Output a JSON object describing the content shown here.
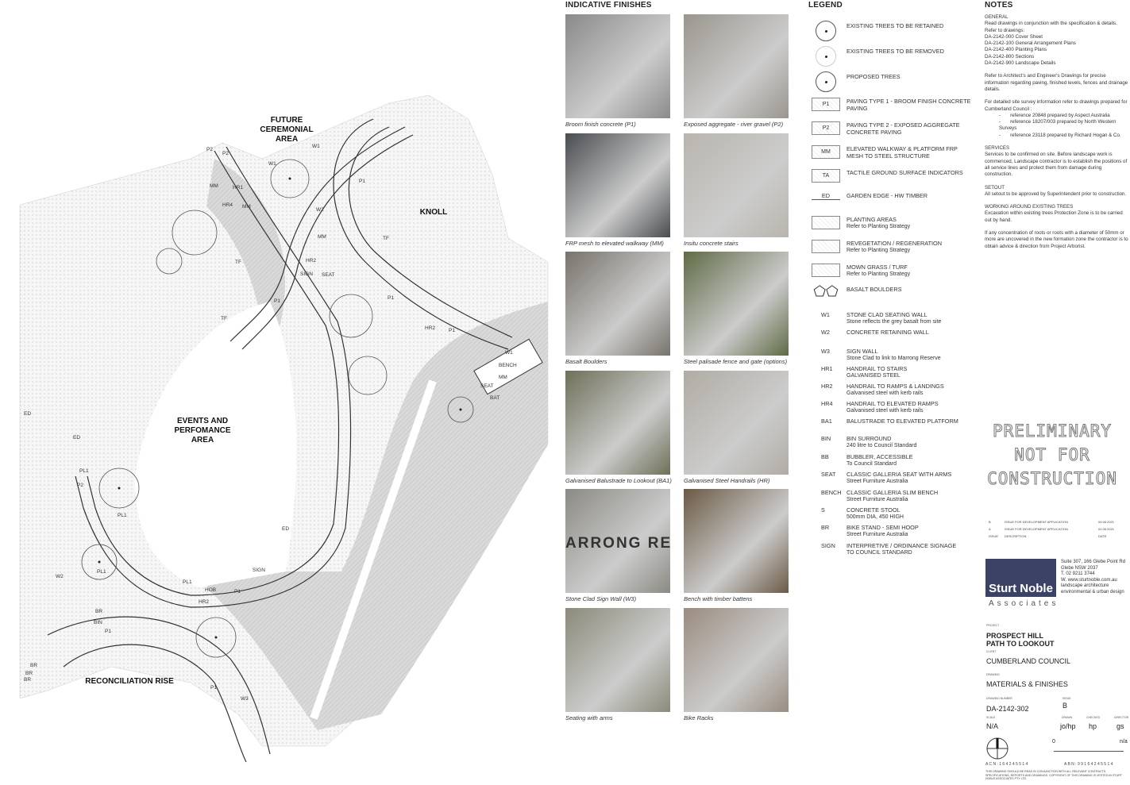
{
  "plan": {
    "labels": {
      "ceremonial": [
        "FUTURE",
        "CEREMONIAL",
        "AREA"
      ],
      "knoll": "KNOLL",
      "events": [
        "EVENTS AND",
        "PERFOMANCE",
        "AREA"
      ],
      "reconciliation": "RECONCILIATION RISE"
    },
    "codes": [
      "P2",
      "W1",
      "P2",
      "MM",
      "HR1",
      "HR4",
      "MM",
      "W2",
      "TF",
      "P1",
      "HR2",
      "SIGN",
      "SEAT",
      "W1",
      "P1",
      "P1",
      "MM",
      "TF",
      "HR2",
      "P1",
      "SEAT",
      "MM",
      "BENCH",
      "BAT",
      "W1",
      "ED",
      "ED",
      "P2",
      "PL1",
      "PL1",
      "PL1",
      "HOB",
      "HR2",
      "P1",
      "SIGN",
      "BIN",
      "BR",
      "P1",
      "PL1",
      "BR",
      "BR",
      "BR",
      "P1",
      "W3",
      "W2",
      "TF",
      "ED"
    ]
  },
  "finishes": {
    "title": "INDICATIVE FINISHES",
    "items": [
      {
        "caption": "Broom finish concrete (P1)",
        "color": "#8a8a8a"
      },
      {
        "caption": "Exposed aggregate - river gravel (P2)",
        "color": "#9a968e"
      },
      {
        "caption": "FRP mesh to elevated walkway (MM)",
        "color": "#4a4d50"
      },
      {
        "caption": "Insitu concrete stairs",
        "color": "#b8b5ad"
      },
      {
        "caption": "Basalt Boulders",
        "color": "#77736c"
      },
      {
        "caption": "Steel palisade fence and gate (options)",
        "color": "#5f6b45"
      },
      {
        "caption": "Galvanised Balustrade to Lookout (BA1)",
        "color": "#6e7058"
      },
      {
        "caption": "Galvanised Steel Handrails (HR)",
        "color": "#b0aca4"
      },
      {
        "caption": "Stone Clad Sign Wall (W3)",
        "color": "#8b8a84",
        "sign_text": "ARRONG RES"
      },
      {
        "caption": "Bench with timber battens",
        "color": "#6b5a45"
      },
      {
        "caption": "Seating with arms",
        "color": "#8b8a7a"
      },
      {
        "caption": "Bike Racks",
        "color": "#9a8c80"
      }
    ]
  },
  "legend": {
    "title": "LEGEND",
    "items": [
      {
        "sym": "",
        "t": "EXISTING TREES TO BE RETAINED",
        "s": ""
      },
      {
        "sym": "",
        "t": "EXISTING TREES TO BE REMOVED",
        "s": ""
      },
      {
        "sym": "",
        "t": "PROPOSED TREES",
        "s": ""
      },
      {
        "sym": "P1",
        "t": "PAVING TYPE 1 - BROOM FINISH CONCRETE PAVING",
        "s": ""
      },
      {
        "sym": "P2",
        "t": "PAVING TYPE 2 - EXPOSED AGGREGATE CONCRETE PAVING",
        "s": ""
      },
      {
        "sym": "MM",
        "t": "ELEVATED WALKWAY & PLATFORM FRP MESH TO STEEL STRUCTURE",
        "s": ""
      },
      {
        "sym": "TA",
        "t": "TACTILE GROUND SURFACE INDICATORS",
        "s": ""
      },
      {
        "sym": "ED",
        "t": "GARDEN EDGE  - HW TIMBER",
        "s": ""
      },
      {
        "sym": "",
        "t": "PLANTING AREAS",
        "s": "Refer to Planting Strategy"
      },
      {
        "sym": "",
        "t": "REVEGETATION / REGENERATION",
        "s": "Refer to Planting Strategy"
      },
      {
        "sym": "",
        "t": "MOWN GRASS / TURF",
        "s": "Refer to Planting Strategy"
      },
      {
        "sym": "",
        "t": "BASALT BOULDERS",
        "s": ""
      },
      {
        "sym": "W1",
        "t": "STONE CLAD SEATING WALL",
        "s": "Stone reflects the grey basalt from site"
      },
      {
        "sym": "W2",
        "t": "CONCRETE RETAINING WALL",
        "s": ""
      },
      {
        "sym": "W3",
        "t": "SIGN WALL",
        "s": "Stone Clad to link to Marrong Reserve"
      },
      {
        "sym": "HR1",
        "t": "HANDRAIL TO STAIRS",
        "s": "GALVANISED STEEL"
      },
      {
        "sym": "HR2",
        "t": "HANDRAIL TO RAMPS & LANDINGS",
        "s": "Galvanised steel with kerb rails"
      },
      {
        "sym": "HR4",
        "t": "HANDRAIL TO ELEVATED RAMPS",
        "s": "Galvanised steel with kerb rails"
      },
      {
        "sym": "BA1",
        "t": "BALUSTRADE TO ELEVATED PLATFORM",
        "s": ""
      },
      {
        "sym": "BIN",
        "t": "BIN SURROUND",
        "s": "240 litre to Council Standard"
      },
      {
        "sym": "BB",
        "t": "BUBBLER, ACCESSIBLE",
        "s": "To Council Standard"
      },
      {
        "sym": "SEAT",
        "t": "CLASSIC GALLERIA SEAT WITH ARMS",
        "s": "Street Furniture Australia"
      },
      {
        "sym": "BENCH",
        "t": "CLASSIC GALLERIA SLIM BENCH",
        "s": "Street Furniture Australia"
      },
      {
        "sym": "S",
        "t": "CONCRETE STOOL",
        "s": "500mm DIA, 450 HIGH"
      },
      {
        "sym": "BR",
        "t": "BIKE STAND - SEMI HOOP",
        "s": "Street Furniture Australia"
      },
      {
        "sym": "SIGN",
        "t": "INTERPRETIVE / ORDINANCE SIGNAGE",
        "s": "TO COUNCIL STANDARD"
      }
    ]
  },
  "notes": {
    "title": "NOTES",
    "general_h": "GENERAL",
    "general": [
      "Read drawings in conjunction with the specification & details.",
      "Refer to drawings:",
      "DA-2142-000 Cover Sheet",
      "DA-2142-100 General Arrangement Plans",
      "DA-2142-400 Planting Plans",
      "DA-2142-800 Sections",
      "DA-2142-900 Landscape Details"
    ],
    "p2": "Refer to Architect's and Engineer's Drawings for precise information regarding paving, finished levels, fences and drainage details.",
    "p3": "For detailed site survey information refer to drawings prepared for Cumberland Council :",
    "refs": [
      "reference 20848 prepared by Aspect Australia",
      "reference 18207/003 prepared by North Western Surveys",
      "reference 23118 prepared by Richard Hogan & Co."
    ],
    "services_h": "SERVICES",
    "services": "Services to be confirmed on site. Before landscape work is commenced, Landscape contractor is to establish the positions of all service lines and protect them from damage during construction.",
    "setout_h": "SETOUT",
    "setout": "All setout to be approved by Superintendent prior to construction.",
    "trees_h": "WORKING AROUND EXISTING TREES",
    "trees": "Excavation within existing trees Protection Zone is to be carried out by hand.",
    "roots": "If any concentration of roots or roots with a diameter of 50mm or more are uncovered in the new formation zone the contractor is to obtain advice & direction from Project Arborist."
  },
  "stamp": [
    "PRELIMINARY",
    "NOT FOR",
    "CONSTRUCTION"
  ],
  "issues": {
    "rows": [
      [
        "B",
        "ISSUE FOR DEVELOPMENT APPLICATION",
        "09.06.2021"
      ],
      [
        "A",
        "ISSUE FOR DEVELOPMENT APPLICATION",
        "02.06.2021"
      ]
    ],
    "header": [
      "ISSUE",
      "DESCRIPTION",
      "DATE"
    ]
  },
  "firm": {
    "name": "Sturt Noble",
    "sub": "Associates",
    "address": [
      "Suite 307, 166 Glebe Point Rd",
      "Glebe NSW 2037",
      "T.  02 9211 3744",
      "W.  www.sturtnoble.com.au",
      "landscape   architecture",
      "environmental & urban design"
    ],
    "color": "#3b4266"
  },
  "title_block": {
    "project_l": "PROJECT",
    "project": [
      "PROSPECT HILL",
      "PATH TO LOOKOUT"
    ],
    "client_l": "CLIENT",
    "client": "CUMBERLAND COUNCIL",
    "drawing_l": "DRAWING",
    "drawing": "MATERIALS & FINISHES",
    "number_l": "DRAWING NUMBER",
    "number": "DA-2142-302",
    "issue_l": "ISSUE",
    "issue": "B",
    "scale_l": "SCALE",
    "scale": "N/A",
    "drawn_l": "DRAWN",
    "drawn": "jo/hp",
    "checked_l": "CHECKED",
    "checked": "hp",
    "director_l": "DIRECTOR",
    "director": "gs",
    "scale_0": "0",
    "scale_end": "n/a",
    "acn": "A C N :   1 6 4   2 4 5   5 1 4",
    "abn": "A B N :   9 9   1 6 4   2 4 5   5 1 4",
    "disclaimer": "THIS DRAWING SHOULD BE READ IN CONJUNCTION WITH ALL RELEVANT CONTRACTS, SPECIFICATIONS, REPORTS AND DRAWINGS. COPYRIGHT OF THIS DRAWING IS VESTED IN STURT NOBLE ASSOCIATES PTY LTD."
  }
}
